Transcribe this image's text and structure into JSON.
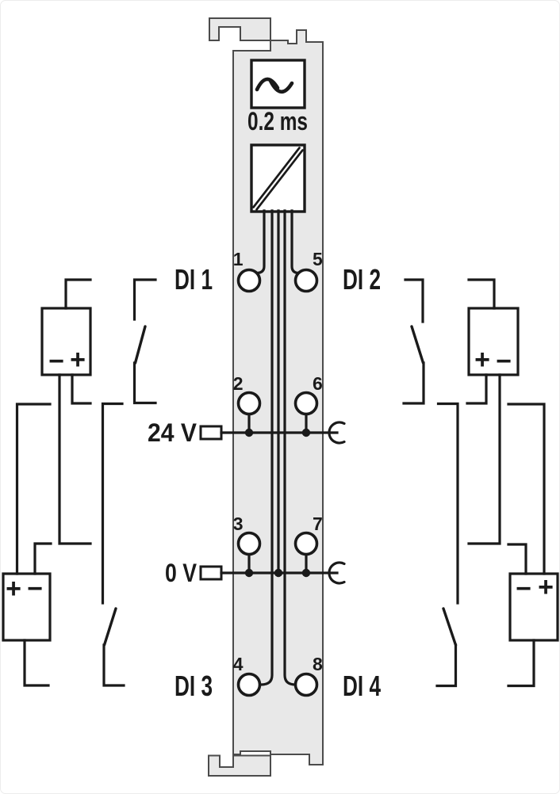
{
  "diagram": {
    "kind": "4-channel digital input module connection diagram",
    "module": {
      "filter_time": "0.2 ms",
      "channel_labels": {
        "di1": "DI 1",
        "di2": "DI 2",
        "di3": "DI 3",
        "di4": "DI 4"
      },
      "bus_labels": {
        "v24": "24 V",
        "v0": "0 V"
      },
      "terminal_numbers": {
        "t1": "1",
        "t2": "2",
        "t3": "3",
        "t4": "4",
        "t5": "5",
        "t6": "6",
        "t7": "7",
        "t8": "8"
      }
    },
    "sources": {
      "upper_left": {
        "minus": "−",
        "plus": "+"
      },
      "lower_left": {
        "plus": "+",
        "minus": "−"
      },
      "upper_right": {
        "plus": "+",
        "minus": "−"
      },
      "lower_right": {
        "minus": "−",
        "plus": "+"
      }
    },
    "icons": {
      "filter": "ac-filter-icon",
      "isolation": "galvanic-isolation-icon",
      "supply": "dc-supply-icon",
      "switch": "switch-contact-icon",
      "bus_feed": "bus-feed-flag-icon",
      "bus_continuation": "bus-continuation-socket-icon"
    },
    "colors": {
      "module_fill": "#e8e8e8",
      "module_outline": "#4b4b4b",
      "line": "#1a1a1a",
      "background": "#ffffff"
    }
  }
}
